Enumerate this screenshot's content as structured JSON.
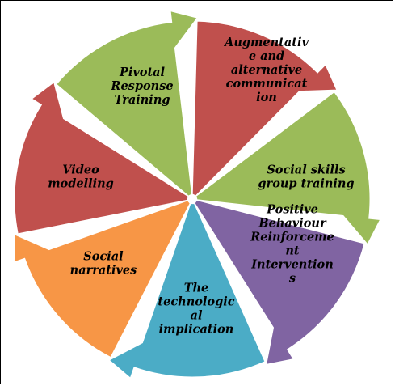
{
  "diagram": {
    "segments": [
      {
        "id": "aac",
        "lines": [
          "Augmentativ",
          "e and",
          "alternative",
          "communicat",
          "ion"
        ],
        "color": "#C0504D"
      },
      {
        "id": "social-skills",
        "lines": [
          "Social skills",
          "group training"
        ],
        "color": "#9BBB59"
      },
      {
        "id": "pbri",
        "lines": [
          "Positive",
          "Behaviour",
          "Reinforceme",
          "nt",
          "Intervention",
          "s"
        ],
        "color": "#8064A2"
      },
      {
        "id": "tech",
        "lines": [
          "The",
          "technologic",
          "al",
          "implication"
        ],
        "color": "#4BACC6"
      },
      {
        "id": "narratives",
        "lines": [
          "Social",
          "narratives"
        ],
        "color": "#F79646"
      },
      {
        "id": "video",
        "lines": [
          "Video",
          "modelling"
        ],
        "color": "#C0504D"
      },
      {
        "id": "prt",
        "lines": [
          "Pivotal",
          "Response",
          "Training"
        ],
        "color": "#9BBB59"
      }
    ]
  }
}
